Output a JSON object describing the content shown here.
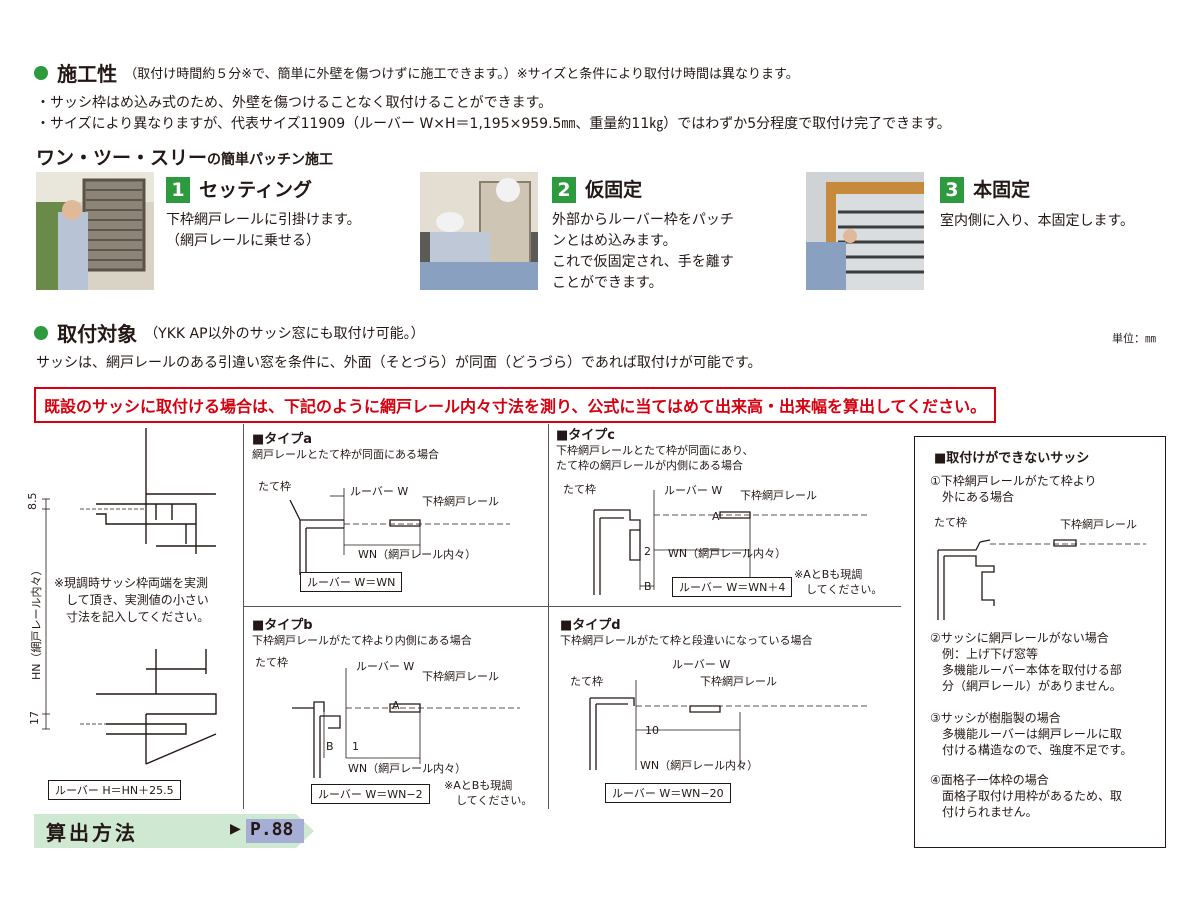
{
  "ease": {
    "title": "施工性",
    "note": "（取付け時間約５分※で、簡単に外壁を傷つけずに施工できます。）※サイズと条件により取付け時間は異なります。",
    "bullet1": "・サッシ枠はめ込み式のため、外壁を傷つけることなく取付けることができます。",
    "bullet2": "・サイズにより異なりますが、代表サイズ11909（ルーバー W×H＝1,195×959.5㎜、重量約11㎏）ではわずか5分程度で取付け完了できます。"
  },
  "steps_heading_a": "ワン・ツー・スリー",
  "steps_heading_b": "の簡単パッチン施工",
  "steps": [
    {
      "num": "1",
      "title": "セッティング",
      "line1": "下枠網戸レールに引掛けます。",
      "line2": "（網戸レールに乗せる）",
      "line3": "",
      "line4": ""
    },
    {
      "num": "2",
      "title": "仮固定",
      "line1": "外部からルーバー枠をパッチ",
      "line2": "ンとはめ込みます。",
      "line3": "これで仮固定され、手を離す",
      "line4": "ことができます。"
    },
    {
      "num": "3",
      "title": "本固定",
      "line1": "室内側に入り、本固定します。",
      "line2": "",
      "line3": "",
      "line4": ""
    }
  ],
  "target": {
    "title": "取付対象",
    "note": "（YKK AP以外のサッシ窓にも取付け可能。）",
    "unit": "単位：㎜",
    "desc": "サッシは、網戸レールのある引違い窓を条件に、外面（そとづら）が同面（どうづら）であれば取付けが可能です。",
    "warning": "既設のサッシに取付ける場合は、下記のように網戸レール内々寸法を測り、公式に当てはめて出来高・出来幅を算出してください。"
  },
  "left_diagram": {
    "dim_top": "8.5",
    "dim_mid": "HN（網戸レール内々）",
    "dim_bottom": "17",
    "note1": "※現調時サッシ枠両端を実測",
    "note2": "して頂き、実測値の小さい",
    "note3": "寸法を記入してください。",
    "formula": "ルーバー H＝HN＋25.5"
  },
  "types": {
    "a": {
      "title": "■タイプa",
      "desc1": "網戸レールとたて枠が同面にある場合",
      "desc2": "",
      "frame": "たて枠",
      "louver": "ルーバー W",
      "rail": "下枠網戸レール",
      "wn": "WN（網戸レール内々）",
      "formula": "ルーバー W＝WN",
      "note1": "",
      "note2": ""
    },
    "b": {
      "title": "■タイプb",
      "desc1": "下枠網戸レールがたて枠より内側にある場合",
      "desc2": "",
      "frame": "たて枠",
      "louver": "ルーバー W",
      "rail": "下枠網戸レール",
      "wn": "WN（網戸レール内々）",
      "formula": "ルーバー W＝WN−2",
      "note1": "※AとBも現調",
      "note2": "してください。",
      "dimA": "A",
      "dimB": "B",
      "dim1": "1"
    },
    "c": {
      "title": "■タイプc",
      "desc1": "下枠網戸レールとたて枠が同面にあり、",
      "desc2": "たて枠の網戸レールが内側にある場合",
      "frame": "たて枠",
      "louver": "ルーバー W",
      "rail": "下枠網戸レール",
      "wn": "WN（網戸レール内々）",
      "formula": "ルーバー W＝WN＋4",
      "note1": "※AとBも現調",
      "note2": "してください。",
      "dimA": "A",
      "dimB": "B",
      "dim2": "2"
    },
    "d": {
      "title": "■タイプd",
      "desc1": "下枠網戸レールがたて枠と段違いになっている場合",
      "desc2": "",
      "frame": "たて枠",
      "louver": "ルーバー W",
      "rail": "下枠網戸レール",
      "wn": "WN（網戸レール内々）",
      "formula": "ルーバー W＝WN−20",
      "dim10": "10"
    }
  },
  "cannot": {
    "title": "■取付けができないサッシ",
    "i1a": "①下枠網戸レールがたて枠より",
    "i1b": "外にある場合",
    "frame": "たて枠",
    "rail": "下枠網戸レール",
    "i2a": "②サッシに網戸レールがない場合",
    "i2b": "例：上げ下げ窓等",
    "i2c": "多機能ルーバー本体を取付ける部",
    "i2d": "分（網戸レール）がありません。",
    "i3a": "③サッシが樹脂製の場合",
    "i3b": "多機能ルーバーは網戸レールに取",
    "i3c": "付ける構造なので、強度不足です。",
    "i4a": "④面格子一体枠の場合",
    "i4b": "面格子取付け用枠があるため、取",
    "i4c": "付けられません。"
  },
  "calc": {
    "label": "算出方法",
    "page": "P.88"
  },
  "colors": {
    "accent_green": "#2e9a3e",
    "warning_red": "#d7000f",
    "calc_band": "#cfe8d2",
    "page_tag": "#a7aed6"
  }
}
